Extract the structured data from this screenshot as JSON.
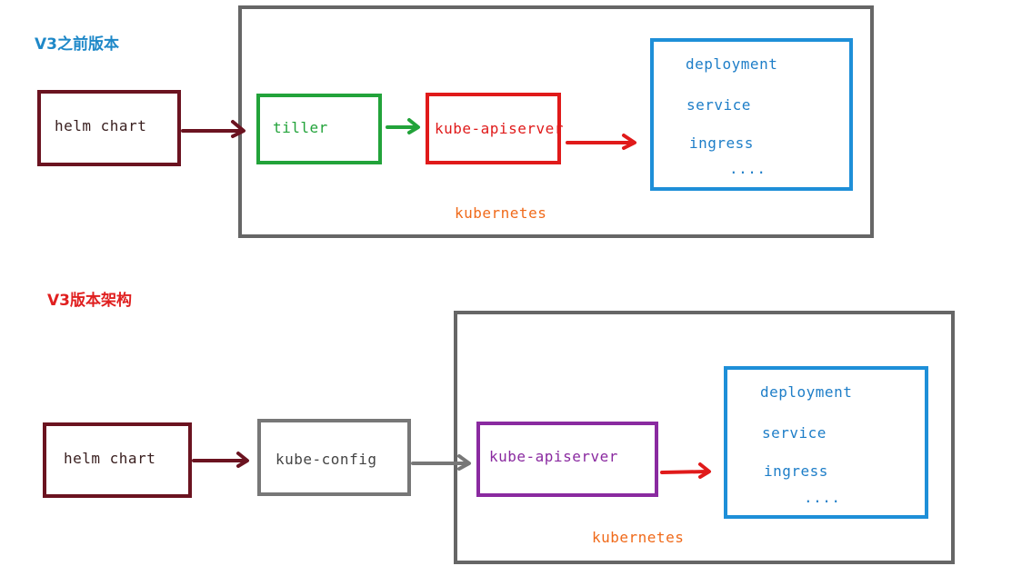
{
  "v2": {
    "title": "V3之前版本",
    "helm": "helm chart",
    "tiller": "tiller",
    "apiserver": "kube-apiserver",
    "resources": [
      "deployment",
      "service",
      "ingress",
      "...."
    ],
    "cluster": "kubernetes"
  },
  "v3": {
    "title": "V3版本架构",
    "helm": "helm chart",
    "kubeconfig": "kube-config",
    "apiserver": "kube-apiserver",
    "resources": [
      "deployment",
      "service",
      "ingress",
      "...."
    ],
    "cluster": "kubernetes"
  },
  "colors": {
    "title_v2": "#1e88c8",
    "title_v3": "#e02020",
    "helm": "#6b1320",
    "cluster_border": "#666666",
    "tiller": "#22a33a",
    "apiserver_v2": "#e01a1a",
    "resources_border": "#1e8fd8",
    "resource_text": "#1e7ec8",
    "cluster_text": "#f06a1a",
    "kubeconfig": "#777777",
    "apiserver_v3": "#8a2aa0"
  }
}
